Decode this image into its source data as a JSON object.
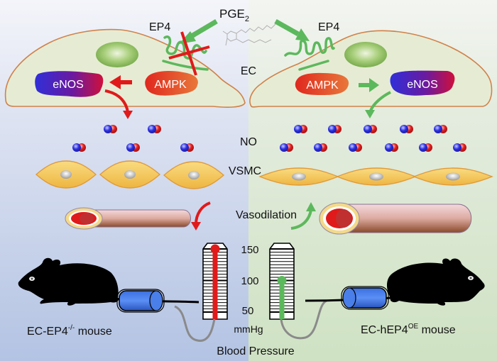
{
  "title_molecule": {
    "label": "PGE",
    "subscript": "2"
  },
  "receptor": {
    "left_label": "EP4",
    "right_label": "EP4"
  },
  "cell_labels": {
    "ec": "EC",
    "no": "NO",
    "vsmc": "VSMC"
  },
  "proteins": {
    "ampk": "AMPK",
    "enos": "eNOS"
  },
  "vessel": {
    "label": "Vasodilation"
  },
  "gauge": {
    "ticks": [
      "150",
      "100",
      "50"
    ],
    "unit": "mmHg",
    "title": "Blood Pressure",
    "left_level_mmHg": 150,
    "right_level_mmHg": 100
  },
  "mice": {
    "left": {
      "prefix": "EC-EP4",
      "superscript": "-/-",
      "suffix": " mouse"
    },
    "right": {
      "prefix": "EC-hEP4",
      "superscript": "OE",
      "suffix": " mouse"
    }
  },
  "colors": {
    "left_bg": "#c3d0ea",
    "right_bg": "#d6e6cc",
    "inhibit_red": "#e01a1a",
    "activate_green": "#5cb85c",
    "ampk": "#e2502a",
    "enos_start": "#3b2fd0",
    "enos_end": "#d0103a",
    "cell_fill": "#e6edd6",
    "cell_stroke": "#d0824a",
    "nucleus": "#8fbf5a",
    "vsmc_fill": "#f3c85a"
  }
}
